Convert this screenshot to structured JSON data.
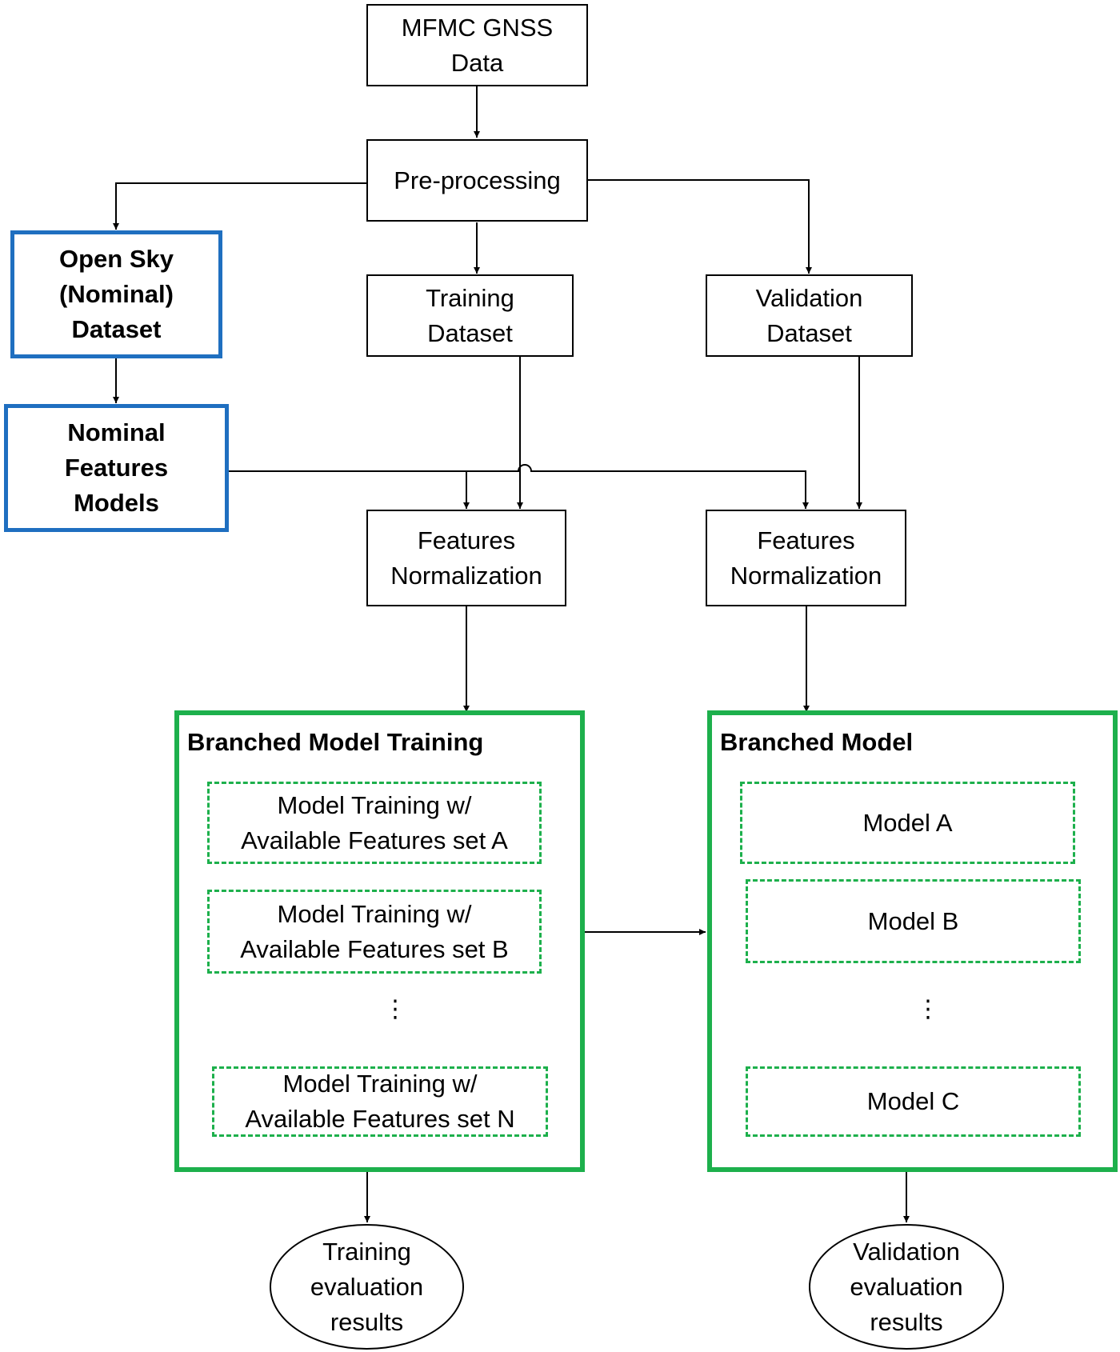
{
  "nodes": {
    "mfmc_data": [
      "MFMC GNSS",
      "Data"
    ],
    "preprocessing": [
      "Pre-processing"
    ],
    "open_sky": [
      "Open Sky",
      "(Nominal)",
      "Dataset"
    ],
    "nominal_models": [
      "Nominal",
      "Features",
      "Models"
    ],
    "training_dataset": [
      "Training",
      "Dataset"
    ],
    "validation_dataset": [
      "Validation",
      "Dataset"
    ],
    "features_norm_train": [
      "Features",
      "Normalization"
    ],
    "features_norm_val": [
      "Features",
      "Normalization"
    ]
  },
  "training_group": {
    "title": "Branched Model Training",
    "items": [
      [
        "Model Training w/",
        "Available Features set A"
      ],
      [
        "Model Training w/",
        "Available Features set B"
      ],
      [
        "Model Training w/",
        "Available Features set N"
      ]
    ],
    "ellipsis": "⋮"
  },
  "model_group": {
    "title": "Branched Model",
    "items": [
      "Model A",
      "Model B",
      "Model C"
    ],
    "ellipsis": "⋮"
  },
  "outputs": {
    "training_results": [
      "Training",
      "evaluation",
      "results"
    ],
    "validation_results": [
      "Validation",
      "evaluation",
      "results"
    ]
  },
  "colors": {
    "nominal_border": "#1f6fc0",
    "group_border": "#1db04c",
    "line": "#000000"
  }
}
